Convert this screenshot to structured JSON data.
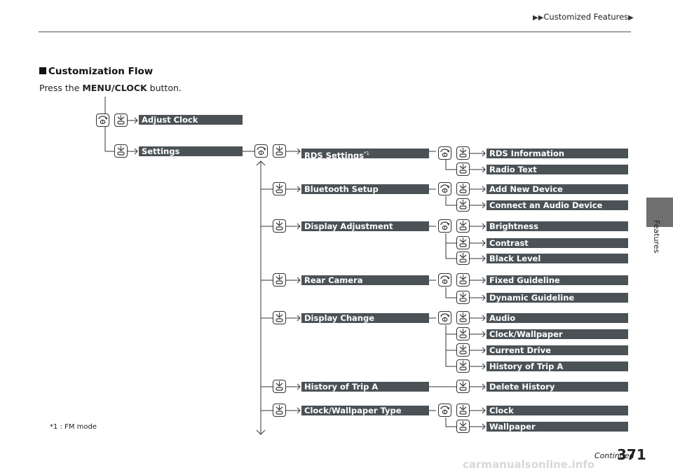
{
  "header": {
    "breadcrumb": "Customized Features"
  },
  "side_tab": {
    "label": "Features"
  },
  "section": {
    "title": "Customization Flow"
  },
  "intro": {
    "prefix": "Press the ",
    "button": "MENU/CLOCK",
    "suffix": " button."
  },
  "flow": {
    "adjust_clock": "Adjust Clock",
    "settings": "Settings",
    "rds_settings": "RDS Settings",
    "rds_footnote_mark": "*1",
    "rds_information": "RDS Information",
    "radio_text": "Radio Text",
    "bluetooth_setup": "Bluetooth Setup",
    "add_new_device": "Add New Device",
    "connect_audio_device": "Connect an Audio Device",
    "display_adjustment": "Display Adjustment",
    "brightness": "Brightness",
    "contrast": "Contrast",
    "black_level": "Black Level",
    "rear_camera": "Rear Camera",
    "fixed_guideline": "Fixed Guideline",
    "dynamic_guideline": "Dynamic Guideline",
    "display_change": "Display Change",
    "audio": "Audio",
    "clock_wallpaper": "Clock/Wallpaper",
    "current_drive": "Current Drive",
    "history_trip_a_sub": "History of Trip A",
    "history_trip_a": "History of Trip A",
    "delete_history": "Delete History",
    "clock_wallpaper_type": "Clock/Wallpaper Type",
    "clock": "Clock",
    "wallpaper": "Wallpaper"
  },
  "footnote": "*1 : FM mode",
  "footer": {
    "continued": "Continued",
    "page_number": "371",
    "watermark": "carmanualsonline.info"
  }
}
